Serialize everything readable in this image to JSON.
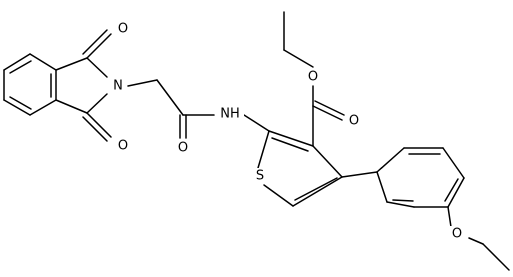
{
  "atoms": {
    "o_imide_top": "O",
    "n_imide": "N",
    "o_imide_bottom": "O",
    "o_amide": "O",
    "nh_amide": "NH",
    "o_ester_carbonyl": "O",
    "o_ester_alkoxy": "O",
    "s_thiophene": "S",
    "o_ether": "O"
  }
}
